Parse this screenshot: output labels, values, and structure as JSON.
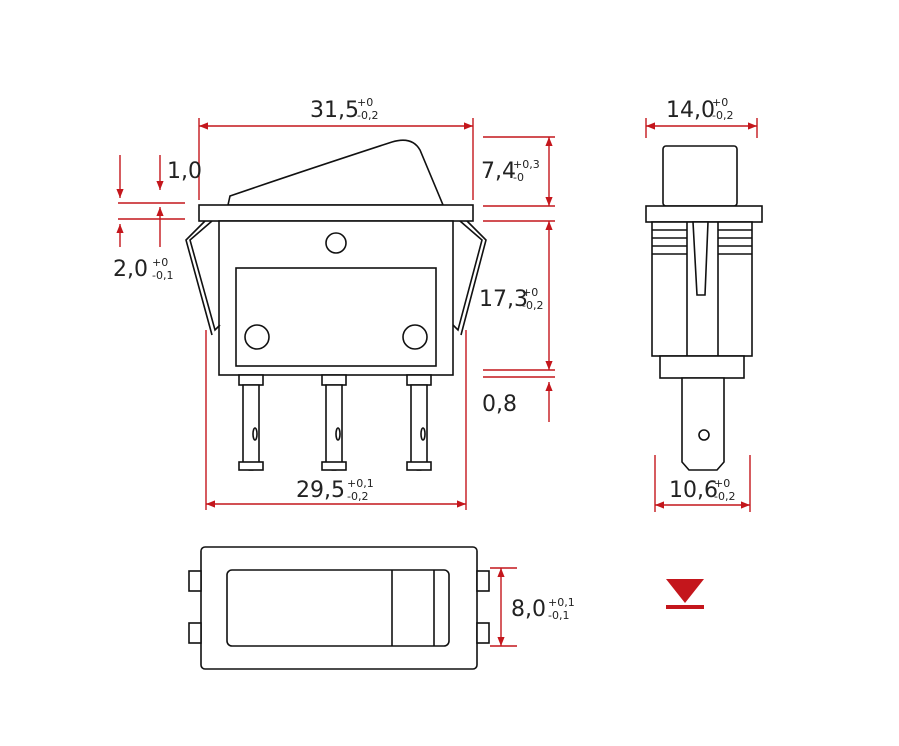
{
  "colors": {
    "dimension": "#c4161c",
    "outline": "#111111",
    "text": "#222222"
  },
  "dimensions": {
    "overall_width": {
      "value": "31,5",
      "tol_upper": "+0",
      "tol_lower": "-0,2"
    },
    "rocker_top": {
      "value": "1,0"
    },
    "flange": {
      "value": "2,0",
      "tol_upper": "+0",
      "tol_lower": "-0,1"
    },
    "rocker_height": {
      "value": "7,4",
      "tol_upper": "+0,3",
      "tol_lower": "-0"
    },
    "body_height": {
      "value": "17,3",
      "tol_upper": "+0",
      "tol_lower": "-0,2"
    },
    "gap": {
      "value": "0,8"
    },
    "body_width": {
      "value": "29,5",
      "tol_upper": "+0,1",
      "tol_lower": "-0,2"
    },
    "side_width": {
      "value": "14,0",
      "tol_upper": "+0",
      "tol_lower": "-0,2"
    },
    "side_body_width": {
      "value": "10,6",
      "tol_upper": "+0",
      "tol_lower": "-0,2"
    },
    "depth": {
      "value": "8,0",
      "tol_upper": "+0,1",
      "tol_lower": "-0,1"
    }
  },
  "symbols": {
    "mark": "triangle-bar-icon"
  }
}
